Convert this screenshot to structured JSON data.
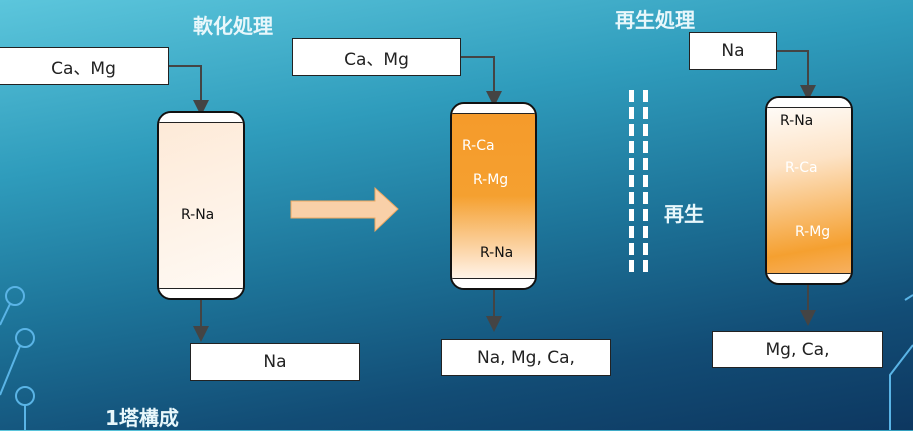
{
  "softening": {
    "title": "軟化処理",
    "input1": "Ca、Mg",
    "column1_label": "R-Na",
    "output1": "Na",
    "input2": "Ca、Mg",
    "column2_labels": [
      "R-Ca",
      "R-Mg",
      "R-Na"
    ],
    "output2": "Na, Mg, Ca,"
  },
  "regeneration": {
    "title": "再生処理",
    "side_label": "再生",
    "input": "Na",
    "column_labels": [
      "R-Na",
      "R-Ca",
      "R-Mg"
    ],
    "output": "Mg, Ca,"
  },
  "footer": "1塔構成",
  "colors": {
    "orange": "#f5a030",
    "arrow": "#f9d0a8"
  }
}
